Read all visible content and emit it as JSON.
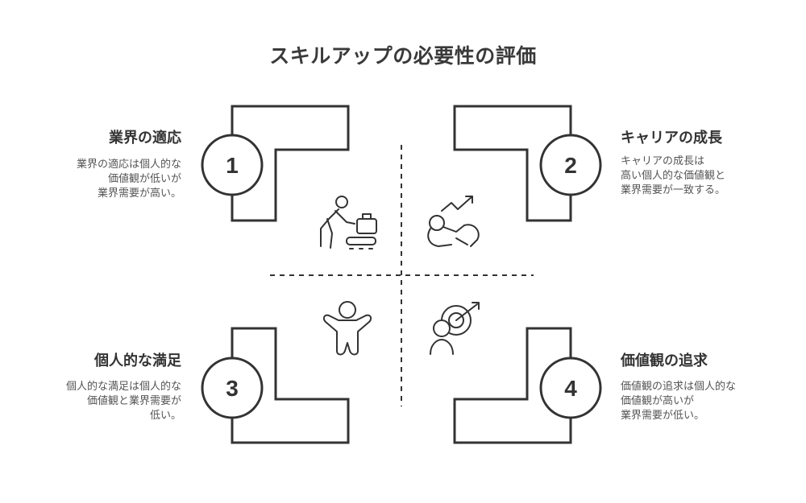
{
  "title": "スキルアップの必要性の評価",
  "quadrants": [
    {
      "number": "1",
      "label": "業界の適応",
      "description": [
        "業界の適応は個人的な",
        "価値観が低いが",
        "業界需要が高い。"
      ],
      "icon": "worker-luggage-conveyor-icon"
    },
    {
      "number": "2",
      "label": "キャリアの成長",
      "description": [
        "キャリアの成長は",
        "高い個人的な価値観と",
        "業界需要が一致する。"
      ],
      "icon": "person-growth-arrow-icon"
    },
    {
      "number": "3",
      "label": "個人的な満足",
      "description": [
        "個人的な満足は個人的な",
        "価値観と業界需要が",
        "低い。"
      ],
      "icon": "happy-person-icon"
    },
    {
      "number": "4",
      "label": "価値観の追求",
      "description": [
        "価値観の追求は個人的な",
        "価値観が高いが",
        "業界需要が低い。"
      ],
      "icon": "person-target-icon"
    }
  ],
  "colors": {
    "stroke": "#333333",
    "text": "#3a3a3a",
    "muted": "#555555"
  }
}
